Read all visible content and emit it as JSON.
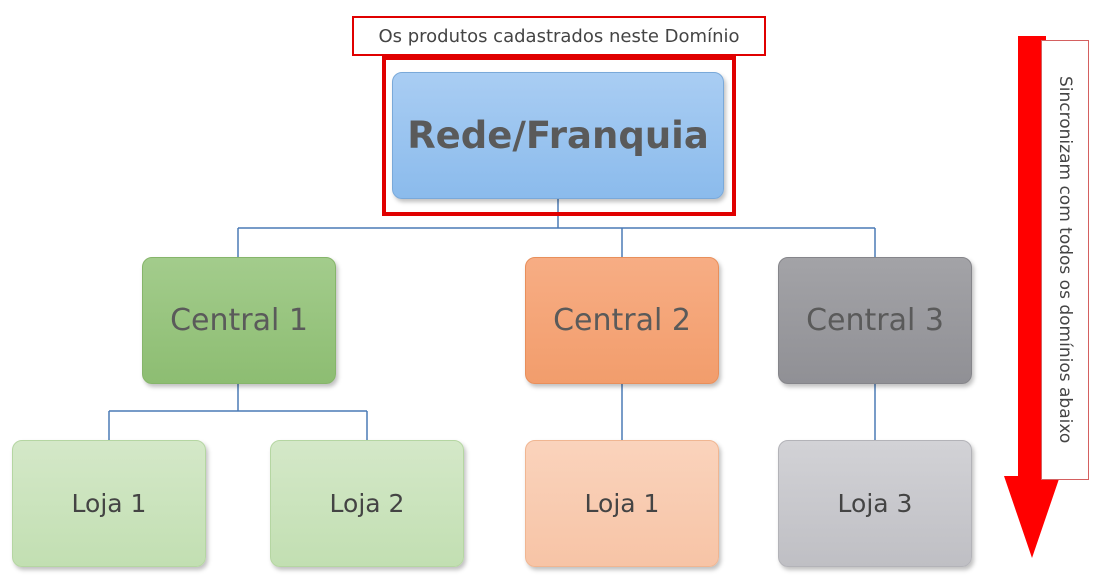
{
  "diagram": {
    "root": {
      "label": "Rede/Franquia",
      "color": "#8bbbec"
    },
    "caption": "Os produtos cadastrados neste Domínio",
    "side_note": "Sincronizam com todos os domínios abaixo",
    "centrals": [
      {
        "label": "Central 1",
        "color": "#8dbd72"
      },
      {
        "label": "Central 2",
        "color": "#f29d6c"
      },
      {
        "label": "Central 3",
        "color": "#909095"
      }
    ],
    "stores": [
      {
        "label": "Loja 1",
        "parent": "Central 1",
        "color": "#c2dfb2"
      },
      {
        "label": "Loja 2",
        "parent": "Central 1",
        "color": "#c2dfb2"
      },
      {
        "label": "Loja 1",
        "parent": "Central 2",
        "color": "#f7c4a6"
      },
      {
        "label": "Loja 3",
        "parent": "Central 3",
        "color": "#bfbfc4"
      }
    ],
    "accent_color": "#e00000",
    "connector_color": "#4a7ab5",
    "arrow_icon": "down-arrow-icon"
  }
}
